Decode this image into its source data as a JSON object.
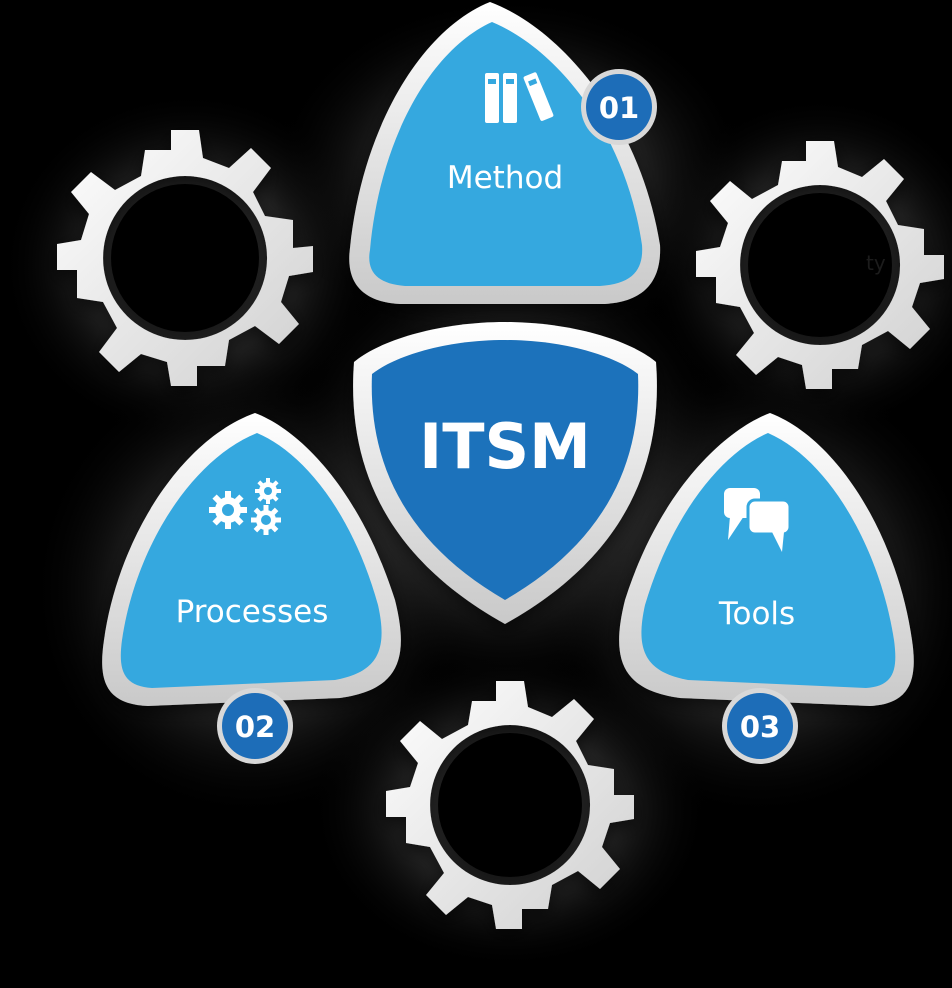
{
  "center": {
    "label": "ITSM"
  },
  "segments": [
    {
      "id": "method",
      "label": "Method",
      "number": "01",
      "icon": "binders-icon"
    },
    {
      "id": "processes",
      "label": "Processes",
      "number": "02",
      "icon": "gears-icon"
    },
    {
      "id": "tools",
      "label": "Tools",
      "number": "03",
      "icon": "speech-bubbles-icon"
    }
  ],
  "stray_text": "ty",
  "colors": {
    "background": "#000000",
    "segment_fill": "#35a8df",
    "center_fill": "#1c72bb",
    "badge_fill": "#1d6db8",
    "frame": "#e6e6e6",
    "gear": "#e9e9e9"
  }
}
